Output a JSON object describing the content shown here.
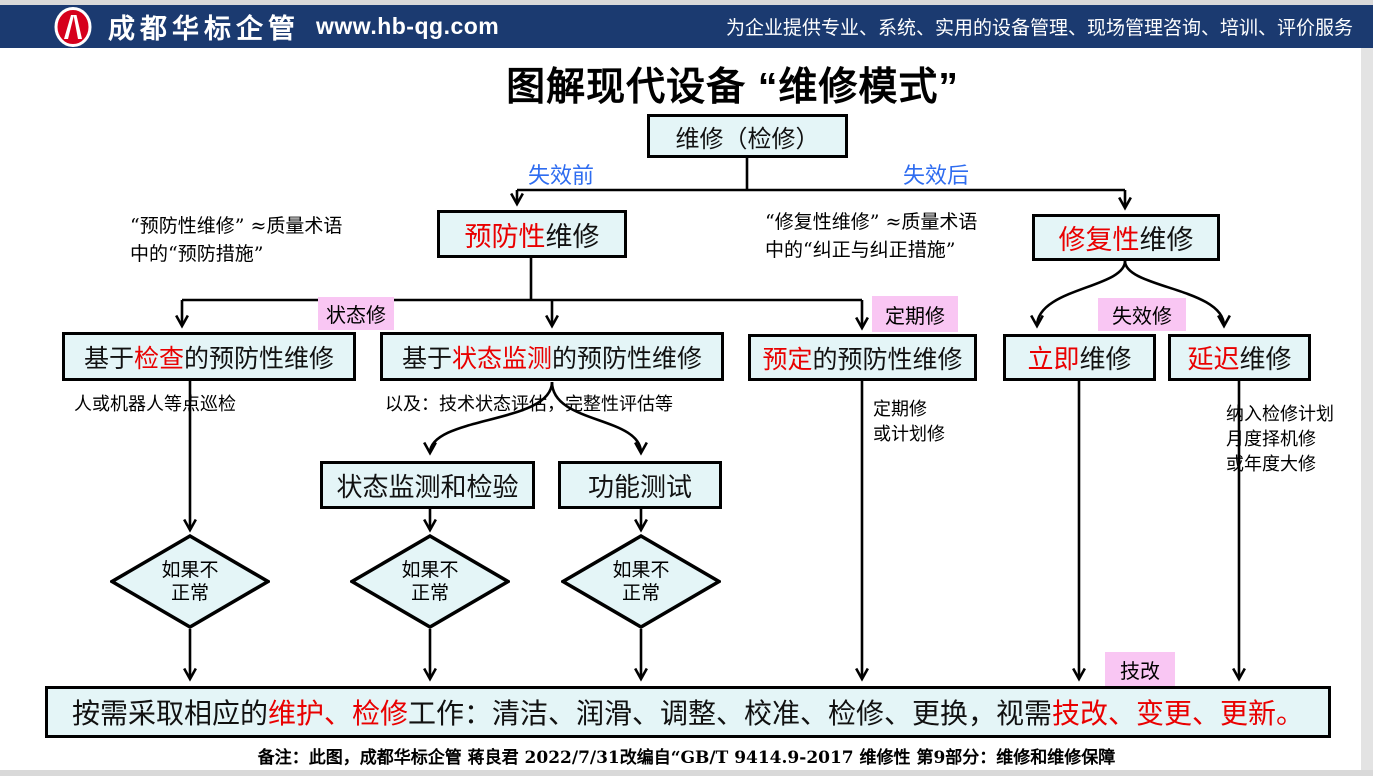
{
  "colors": {
    "header_navy": "#1b3a70",
    "node_cyan": "#e4f5f7",
    "badge_pink": "#f9c6f3",
    "accent_red": "#e90000",
    "branch_label_blue": "#2e6cf0",
    "logo_red": "#d6001c"
  },
  "header": {
    "logo": "huabiao-logo",
    "brand": "成都华标企管",
    "url": "www.hb-qg.com",
    "tagline": "为企业提供专业、系统、实用的设备管理、现场管理咨询、培训、评价服务"
  },
  "title": "图解现代设备 “维修模式”",
  "branch_labels": {
    "before_failure": "失效前",
    "after_failure": "失效后"
  },
  "nodes": {
    "maintenance": {
      "label": "维修（检修）"
    },
    "preventive": {
      "red": "预防性",
      "rest": "维修"
    },
    "corrective": {
      "red": "修复性",
      "rest": "维修"
    },
    "inspection_based": {
      "pre": "基于",
      "red": "检查",
      "rest": "的预防性维修"
    },
    "condition_based": {
      "pre": "基于",
      "red": "状态监测",
      "rest": "的预防性维修"
    },
    "predetermined": {
      "red": "预定",
      "rest": "的预防性维修"
    },
    "immediate": {
      "red": "立即",
      "rest": "维修"
    },
    "deferred": {
      "red": "延迟",
      "rest": "维修"
    },
    "condition_monitoring": {
      "label": "状态监测和检验"
    },
    "function_test": {
      "label": "功能测试"
    },
    "decision": {
      "line1": "如果不",
      "line2": "正常"
    }
  },
  "badges": {
    "condition_repair": "状态修",
    "periodic_repair": "定期修",
    "failure_repair": "失效修",
    "tech_upgrade": "技改"
  },
  "annotations": {
    "preventive_note": "“预防性维修” ≈质量术语\n中的“预防措施”",
    "corrective_note": "“修复性维修” ≈质量术语\n中的“纠正与纠正措施”",
    "inspection_note": "人或机器人等点巡检",
    "condition_note": "以及：技术状态评估，完整性评估等",
    "predetermined_note": "定期修\n或计划修",
    "deferred_note": "纳入检修计划\n月度择机修\n或年度大修"
  },
  "action_bar": {
    "black1": "按需采取相应的",
    "red1": "维护、检修",
    "black2": "工作：清洁、润滑、调整、校准、检修、更换，视需",
    "red2": "技改、变更、更新。"
  },
  "footer_note": "备注：此图，成都华标企管 蒋良君 2022/7/31改编自“GB/T 9414.9-2017 维修性 第9部分：维修和维修保障"
}
